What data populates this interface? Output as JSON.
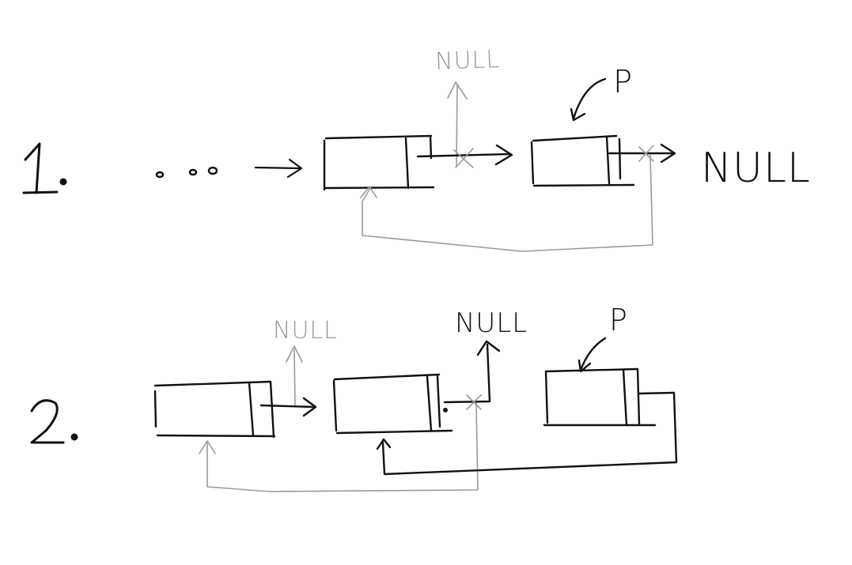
{
  "colors": {
    "background": "#ffffff",
    "ink": "#111111",
    "pencil": "#9a9a9a"
  },
  "diagram": {
    "step1": {
      "number": "1.",
      "ellipsis": "• • •",
      "null_label_gray": "NULL",
      "null_label_black": "NULL",
      "pointer_label": "P"
    },
    "step2": {
      "number": "2.",
      "null_label_gray": "NULL",
      "null_label_black": "NULL",
      "pointer_label": "P"
    }
  }
}
